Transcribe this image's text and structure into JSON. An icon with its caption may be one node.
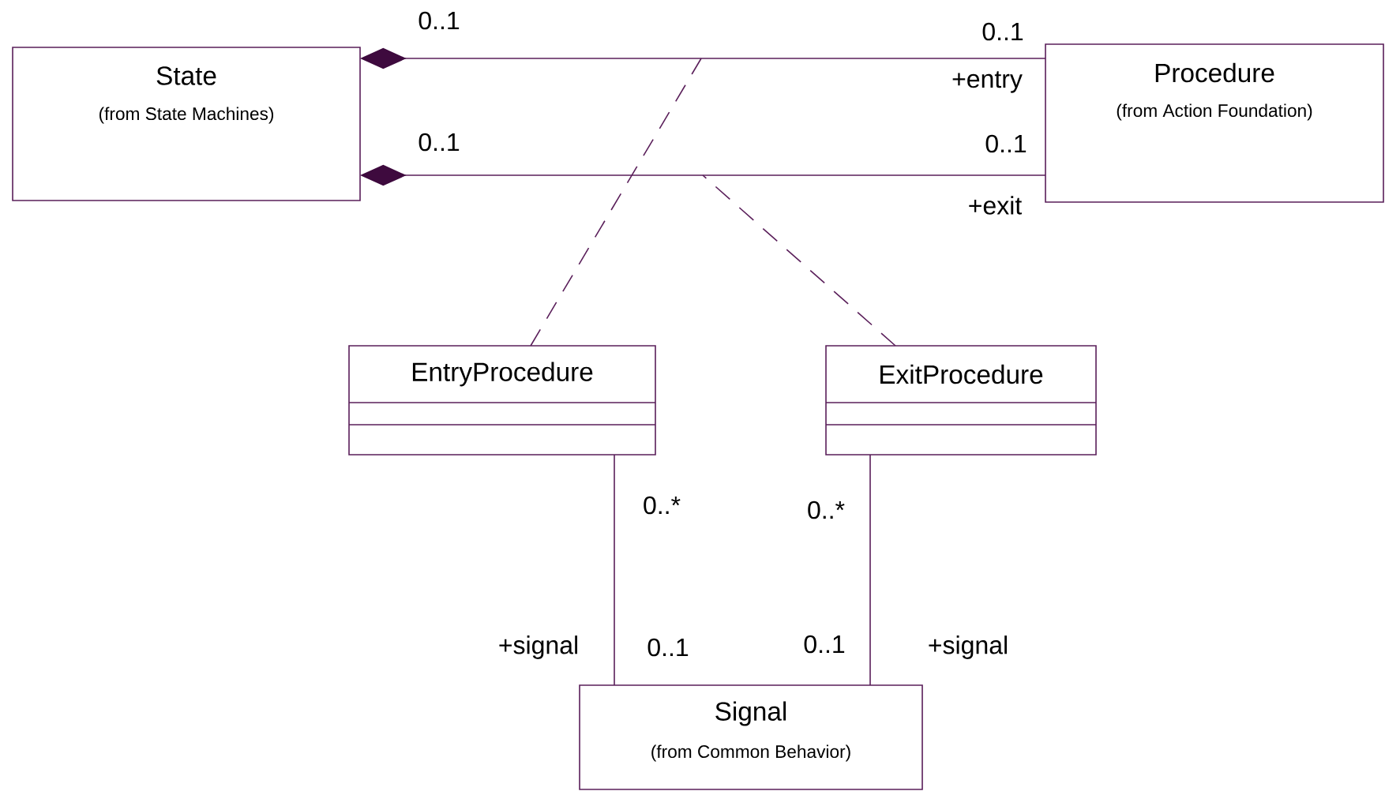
{
  "diagram": {
    "nodes": [
      {
        "text": [
          "State",
          "(from State Machines)"
        ]
      },
      {
        "text": [
          "Procedure",
          "(from Action Foundation)"
        ]
      },
      {
        "text": [
          "EntryProcedure"
        ]
      },
      {
        "text": [
          "ExitProcedure"
        ]
      },
      {
        "text": [
          "Signal",
          "(from Common Behavior)"
        ]
      }
    ],
    "edges": [
      {
        "from": 0,
        "to": 1,
        "arrow": "other"
      },
      {
        "from": 0,
        "to": 1,
        "arrow": "other"
      },
      {
        "from": 2,
        "to": null,
        "arrow": "none",
        "style": "dashed"
      },
      {
        "from": 3,
        "to": null,
        "arrow": "none",
        "style": "dashed"
      },
      {
        "from": 2,
        "to": 4,
        "arrow": "none"
      },
      {
        "from": 3,
        "to": 4,
        "arrow": "none"
      }
    ],
    "labels": [
      "0..1",
      "0..1",
      "+entry",
      "0..1",
      "0..1",
      "+exit",
      "0..*",
      "0..*",
      "+signal",
      "0..1",
      "0..1",
      "+signal"
    ]
  }
}
